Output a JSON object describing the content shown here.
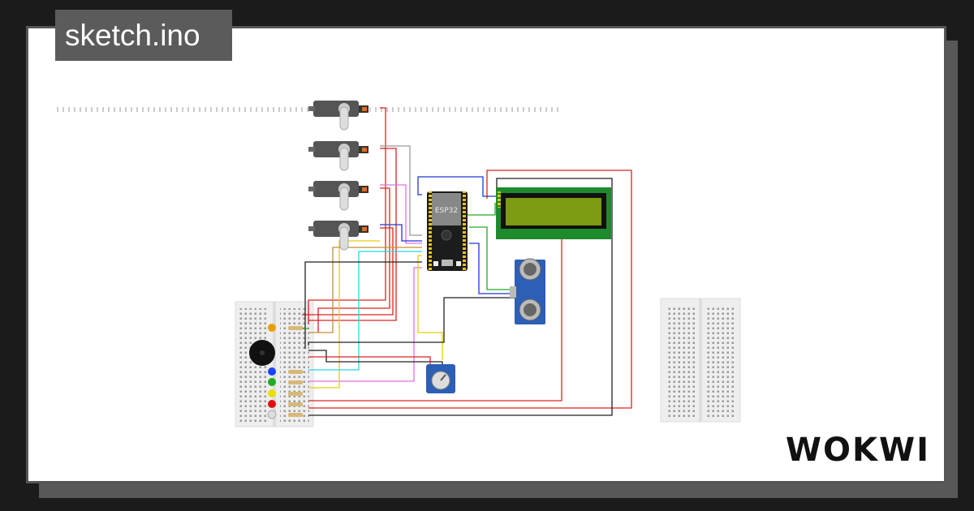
{
  "header": {
    "title": "sketch.ino"
  },
  "board": {
    "label": "ESP32"
  },
  "brand": {
    "logo_text": "WOKWI"
  },
  "components": {
    "servos": [
      "servo-1",
      "servo-2",
      "servo-3",
      "servo-4"
    ],
    "leds": [
      "#1a44ff",
      "#22aa22",
      "#e8e000",
      "#e01010",
      "#dddddd"
    ],
    "led_top": "#e8a000"
  },
  "colors": {
    "background": "#1b1b1b",
    "card": "#ffffff",
    "tab": "#5b5b5b",
    "esp32": "#1c1c1c",
    "lcd_border": "#1e8a2e",
    "lcd_screen": "#7c9a12",
    "ultrasonic": "#2c5fb5"
  }
}
